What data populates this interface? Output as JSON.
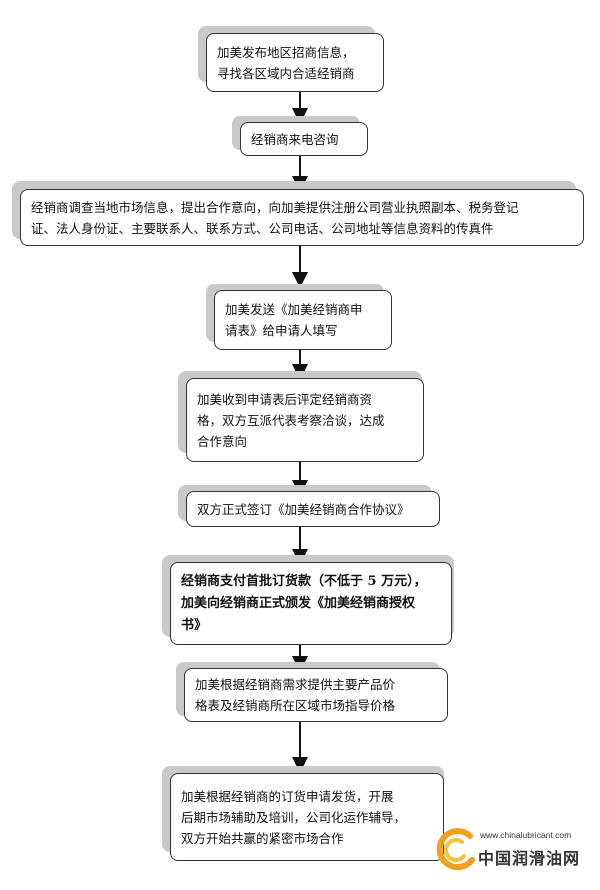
{
  "steps": [
    {
      "lines": [
        "加美发布地区招商信息，",
        "寻找各区域内合适经销商"
      ]
    },
    {
      "lines": [
        "经销商来电咨询"
      ]
    },
    {
      "lines": [
        "经销商调查当地市场信息，提出合作意向，向加美提供注册公司营业执照副本、税务登记",
        "证、法人身份证、主要联系人、联系方式、公司电话、公司地址等信息资料的传真件"
      ]
    },
    {
      "lines": [
        "加美发送《加美经销商申",
        "请表》给申请人填写"
      ]
    },
    {
      "lines": [
        "加美收到申请表后评定经销商资",
        "格，双方互派代表考察洽谈，达成",
        "合作意向"
      ]
    },
    {
      "lines": [
        "双方正式签订《加美经销商合作协议》"
      ]
    },
    {
      "lines": [
        "经销商支付首批订货款（不低于 5 万元），",
        "加美向经销商正式颁发《加美经销商授权",
        "书》"
      ]
    },
    {
      "lines": [
        "加美根据经销商需求提供主要产品价",
        "格表及经销商所在区域市场指导价格"
      ]
    },
    {
      "lines": [
        "加美根据经销商的订货申请发货，开展",
        "后期市场辅助及培训，公司化运作辅导，",
        "双方开始共赢的紧密市场合作"
      ]
    }
  ],
  "logo": {
    "url": "www.chinalubricant.com",
    "name": "中国润滑油网"
  }
}
